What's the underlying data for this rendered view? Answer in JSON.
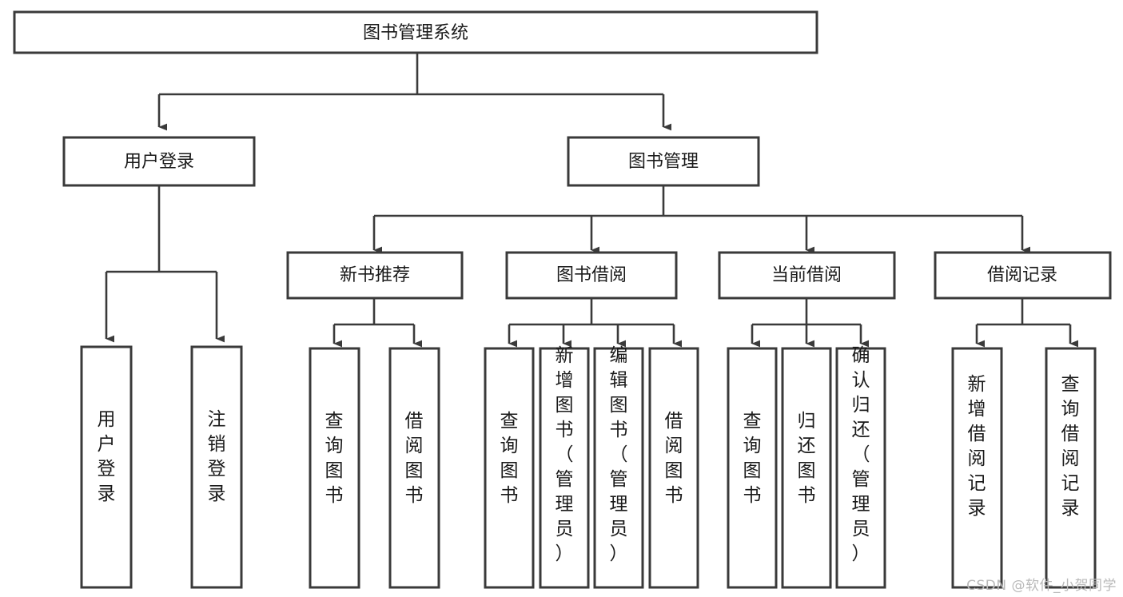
{
  "diagram": {
    "title": "图书管理系统",
    "type": "tree",
    "watermark": "CSDN @软件_小贺同学",
    "colors": {
      "box_stroke": "#3a3a3a",
      "box_fill": "#ffffff",
      "edge": "#3a3a3a",
      "text": "#1a1a1a",
      "watermark": "#b9b9b9",
      "background": "#ffffff"
    },
    "nodes": {
      "root": {
        "label": "图书管理系统"
      },
      "level1": [
        {
          "id": "user-login",
          "label": "用户登录"
        },
        {
          "id": "book-manage",
          "label": "图书管理"
        }
      ],
      "level2": [
        {
          "id": "new-book-recommend",
          "label": "新书推荐",
          "parent": "book-manage"
        },
        {
          "id": "book-borrow",
          "label": "图书借阅",
          "parent": "book-manage"
        },
        {
          "id": "current-borrow",
          "label": "当前借阅",
          "parent": "book-manage"
        },
        {
          "id": "borrow-record",
          "label": "借阅记录",
          "parent": "book-manage"
        }
      ],
      "leaves": [
        {
          "id": "leaf-user-login",
          "label": "用户登录",
          "parent": "user-login"
        },
        {
          "id": "leaf-logout",
          "label": "注销登录",
          "parent": "user-login"
        },
        {
          "id": "leaf-query-book-1",
          "label": "查询图书",
          "parent": "new-book-recommend"
        },
        {
          "id": "leaf-borrow-book-1",
          "label": "借阅图书",
          "parent": "new-book-recommend"
        },
        {
          "id": "leaf-query-book-2",
          "label": "查询图书",
          "parent": "book-borrow"
        },
        {
          "id": "leaf-add-book",
          "label": "新增图书（管理员）",
          "parent": "book-borrow"
        },
        {
          "id": "leaf-edit-book",
          "label": "编辑图书（管理员）",
          "parent": "book-borrow"
        },
        {
          "id": "leaf-borrow-book-2",
          "label": "借阅图书",
          "parent": "book-borrow"
        },
        {
          "id": "leaf-query-book-3",
          "label": "查询图书",
          "parent": "current-borrow"
        },
        {
          "id": "leaf-return-book",
          "label": "归还图书",
          "parent": "current-borrow"
        },
        {
          "id": "leaf-confirm-return",
          "label": "确认归还（管理员）",
          "parent": "current-borrow"
        },
        {
          "id": "leaf-add-record",
          "label": "新增借阅记录",
          "parent": "borrow-record"
        },
        {
          "id": "leaf-query-record",
          "label": "查询借阅记录",
          "parent": "borrow-record"
        }
      ]
    }
  }
}
